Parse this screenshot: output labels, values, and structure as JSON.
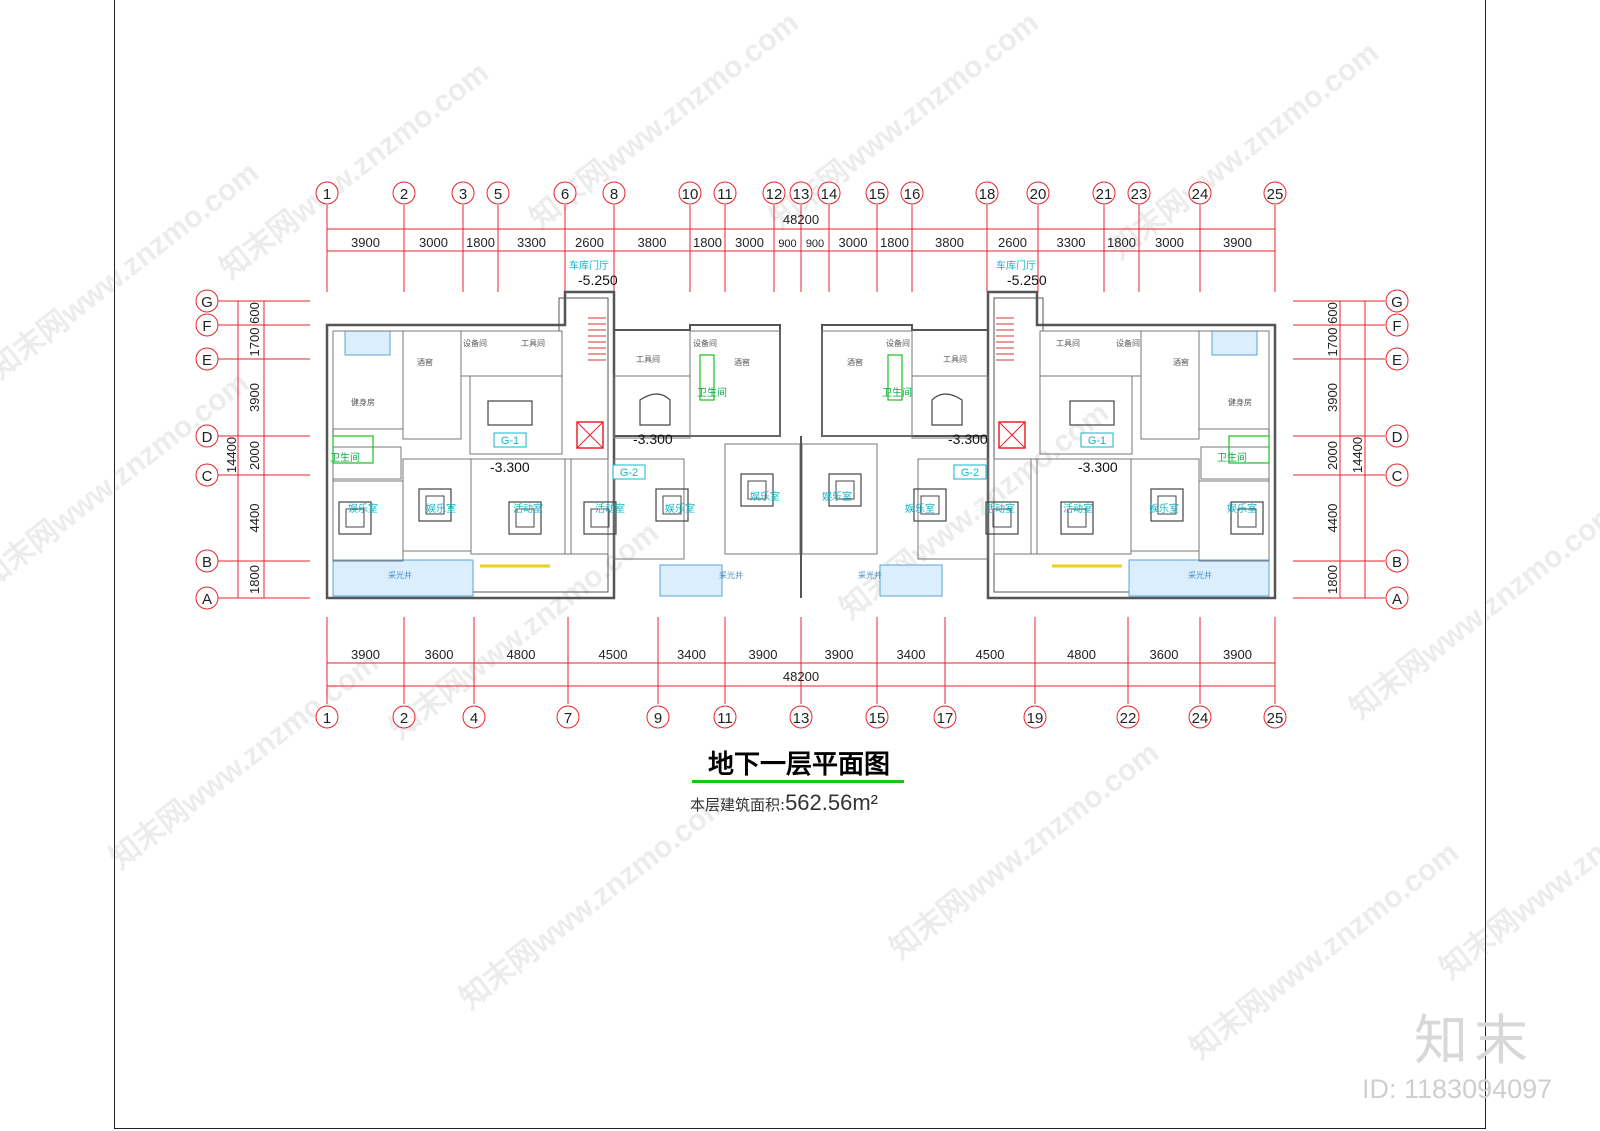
{
  "drawing": {
    "title": "地下一层平面图",
    "area_label": "本层建筑面积:",
    "area_value": "562.56m²",
    "watermark_text": "知末网www.znzmo.com",
    "brand": "知末",
    "brand_id": "ID: 1183094097"
  },
  "axes": {
    "top_numbers": [
      "1",
      "2",
      "3",
      "5",
      "6",
      "8",
      "10",
      "11",
      "12",
      "13",
      "14",
      "15",
      "16",
      "18",
      "20",
      "21",
      "23",
      "24",
      "25"
    ],
    "top_dims": [
      "3900",
      "3000",
      "1800",
      "3300",
      "2600",
      "3800",
      "1800",
      "3000",
      "900",
      "900",
      "3000",
      "1800",
      "3800",
      "2600",
      "3300",
      "1800",
      "3000",
      "3900"
    ],
    "top_total": "48200",
    "bottom_numbers": [
      "1",
      "2",
      "4",
      "7",
      "9",
      "11",
      "13",
      "15",
      "17",
      "19",
      "22",
      "24",
      "25"
    ],
    "bottom_dims": [
      "3900",
      "3600",
      "4800",
      "4500",
      "3400",
      "3900",
      "3900",
      "3400",
      "4500",
      "4800",
      "3600",
      "3900"
    ],
    "bottom_total": "48200",
    "row_letters": [
      "G",
      "F",
      "E",
      "D",
      "C",
      "B",
      "A"
    ],
    "side_dims": [
      "600",
      "1700",
      "3900",
      "2000",
      "4400",
      "1800"
    ],
    "side_total": "14400"
  },
  "labels": {
    "garage_stair": "车库门厅",
    "elev_garage": "-5.250",
    "elev_floor": "-3.300",
    "g1": "G-1",
    "g2": "G-2",
    "toilet": "卫生间",
    "activity": "活动室",
    "recreation": "娱乐室",
    "wine": "酒窖",
    "fitness": "健身房",
    "tool": "工具间",
    "equipment": "设备间",
    "light_well": "采光井"
  }
}
